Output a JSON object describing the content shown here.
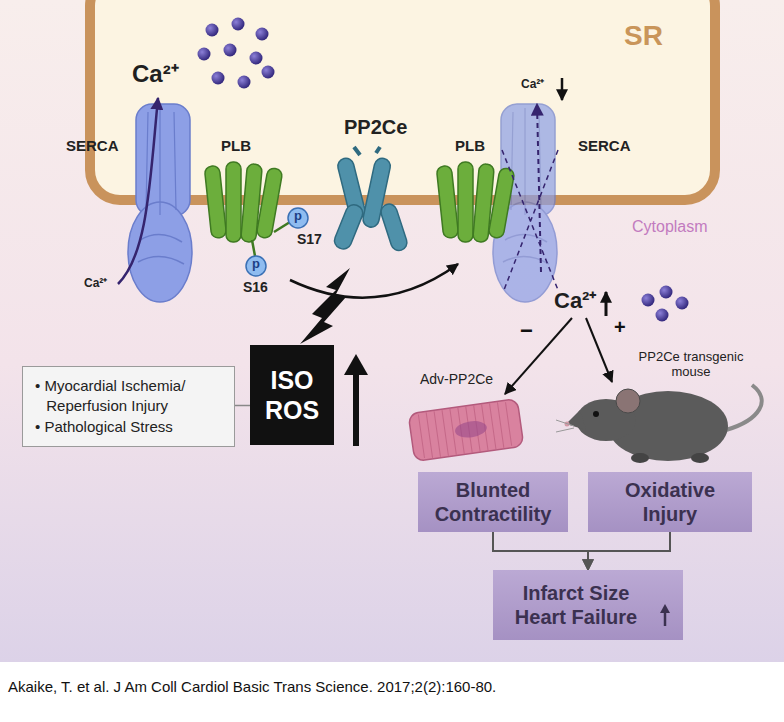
{
  "diagram": {
    "caption": "Akaike, T. et al. J Am Coll Cardiol Basic Trans Science. 2017;2(2):160-80.",
    "nodes": [
      {
        "text": [
          "SR"
        ]
      },
      {
        "text": [
          "• Myocardial Ischemia/ Reperfusion Injury",
          "• Pathological Stress"
        ]
      },
      {
        "text": [
          "ISO ROS"
        ]
      },
      {
        "text": [
          "Blunted Contractility"
        ]
      },
      {
        "text": [
          "Oxidative Injury"
        ]
      },
      {
        "text": [
          "Infarct Size Heart Failure"
        ]
      }
    ],
    "edges": [
      {
        "from": 1,
        "to": 2,
        "arrow": "none"
      },
      {
        "from": 3,
        "to": 5,
        "arrow": "to"
      },
      {
        "from": 4,
        "to": 5,
        "arrow": "to"
      }
    ],
    "labels": [
      "Ca²⁺",
      "SERCA",
      "PLB",
      "PP2Ce",
      "Ca²⁺",
      "PLB",
      "SERCA",
      "Cytoplasm",
      "Ca²⁺",
      "p",
      "S17",
      "p",
      "S16",
      "Ca²⁺",
      "−",
      "+",
      "PP2Ce transgenic mouse",
      "Adv-PP2Ce"
    ]
  }
}
